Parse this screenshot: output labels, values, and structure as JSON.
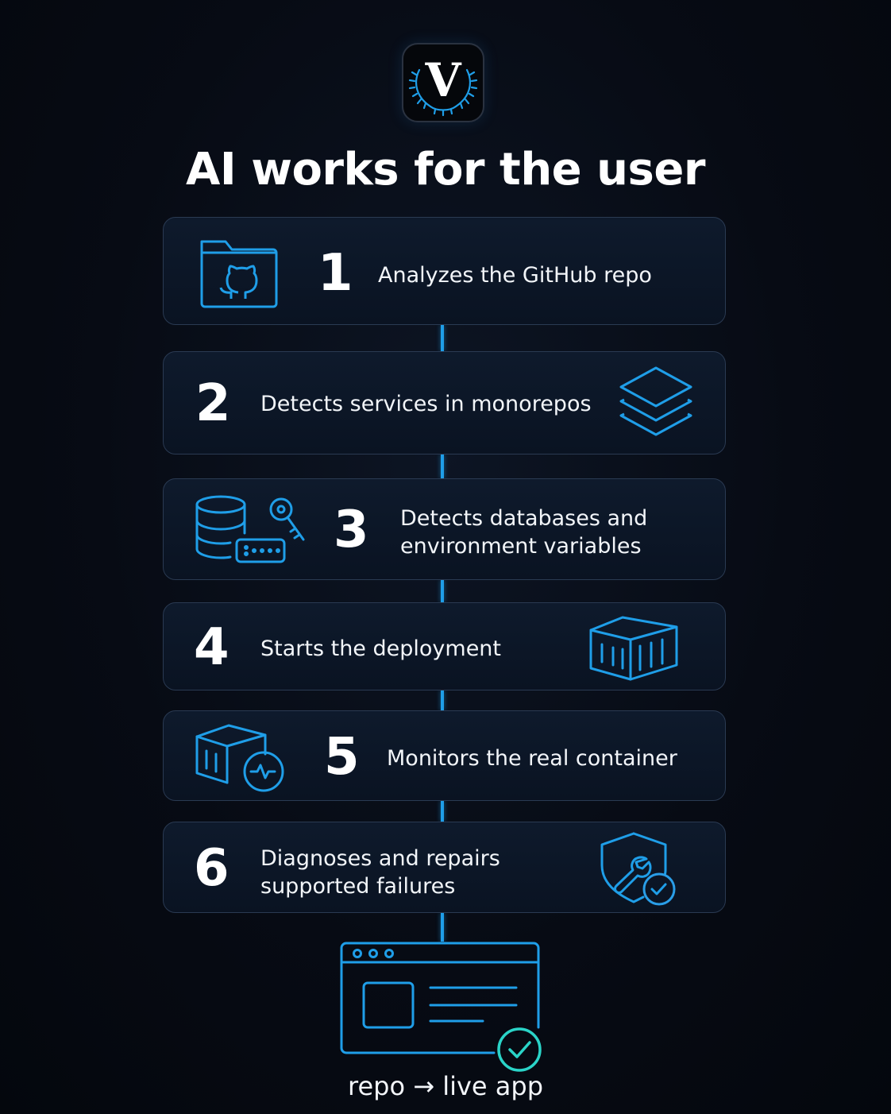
{
  "logo": {
    "letter": "V",
    "icon": "laurel-wreath-v-logo-icon"
  },
  "title": "AI works for the user",
  "steps": [
    {
      "number": "1",
      "label": "Analyzes the GitHub repo",
      "icon": "github-folder-icon"
    },
    {
      "number": "2",
      "label": "Detects services in monorepos",
      "icon": "stacked-layers-icon"
    },
    {
      "number": "3",
      "label": "Detects databases and environment variables",
      "label_line1": "Detects databases and",
      "label_line2": "environment variables",
      "icon": "database-key-icon"
    },
    {
      "number": "4",
      "label": "Starts the deployment",
      "icon": "shipping-container-icon"
    },
    {
      "number": "5",
      "label": "Monitors the real container",
      "icon": "container-monitor-icon"
    },
    {
      "number": "6",
      "label": "Diagnoses and repairs supported failures",
      "label_line1": "Diagnoses and repairs",
      "label_line2": "supported failures",
      "icon": "shield-wrench-check-icon"
    }
  ],
  "result": {
    "label": "repo → live app",
    "icon": "browser-window-check-icon"
  },
  "colors": {
    "accent": "#1f9ee8",
    "check": "#2ad4c8",
    "background": "#070b14",
    "card_border": "#2a3a52"
  }
}
